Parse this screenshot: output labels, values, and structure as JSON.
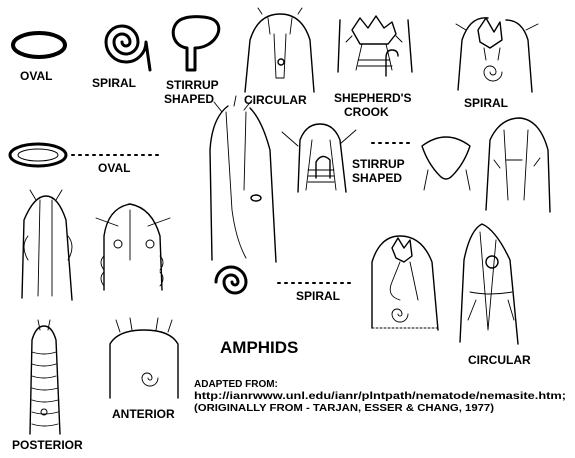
{
  "labels": {
    "oval_top": "OVAL",
    "spiral_top": "SPIRAL",
    "stirrup_top_1": "STIRRUP",
    "stirrup_top_2": "SHAPED",
    "circular_top": "CIRCULAR",
    "shepherds_1": "SHEPHERD'S",
    "shepherds_2": "CROOK",
    "spiral_top_right": "SPIRAL",
    "oval_mid": "OVAL",
    "stirrup_mid_1": "STIRRUP",
    "stirrup_mid_2": "SHAPED",
    "spiral_mid": "SPIRAL",
    "circular_bottom": "CIRCULAR",
    "posterior": "POSTERIOR",
    "anterior": "ANTERIOR"
  },
  "title": "AMPHIDS",
  "credit": {
    "line1": "ADAPTED FROM:",
    "line2": "http://ianrwww.unl.edu/ianr/plntpath/nematode/nemasite.htm;",
    "line3": "(ORIGINALLY FROM - TARJAN, ESSER & CHANG, 1977)"
  }
}
